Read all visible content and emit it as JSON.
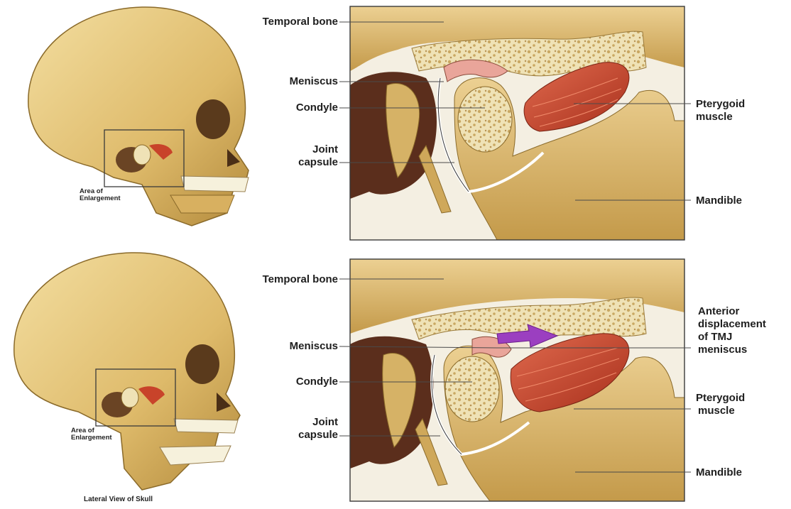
{
  "top_panel": {
    "labels": {
      "temporal_bone": "Temporal bone",
      "meniscus": "Meniscus",
      "condyle": "Condyle",
      "joint_capsule_1": "Joint",
      "joint_capsule_2": "capsule",
      "pterygoid_1": "Pterygoid",
      "pterygoid_2": "muscle",
      "mandible": "Mandible"
    },
    "skull_area_1": "Area of",
    "skull_area_2": "Enlargement"
  },
  "bottom_panel": {
    "labels": {
      "temporal_bone": "Temporal bone",
      "meniscus": "Meniscus",
      "condyle": "Condyle",
      "joint_capsule_1": "Joint",
      "joint_capsule_2": "capsule",
      "anterior_1": "Anterior",
      "anterior_2": "displacement",
      "anterior_3": "of TMJ",
      "anterior_4": "meniscus",
      "pterygoid_1": "Pterygoid",
      "pterygoid_2": "muscle",
      "mandible": "Mandible"
    },
    "skull_area_1": "Area of",
    "skull_area_2": "Enlargement"
  },
  "caption": "Lateral View of Skull",
  "colors": {
    "bone": "#e3c27a",
    "bone_shadow": "#b58d3f",
    "marrow": "#efe2b6",
    "muscle": "#c8432a",
    "meniscus": "#e9a59a",
    "arrow": "#9b3fc0",
    "dark": "#3b2414"
  }
}
